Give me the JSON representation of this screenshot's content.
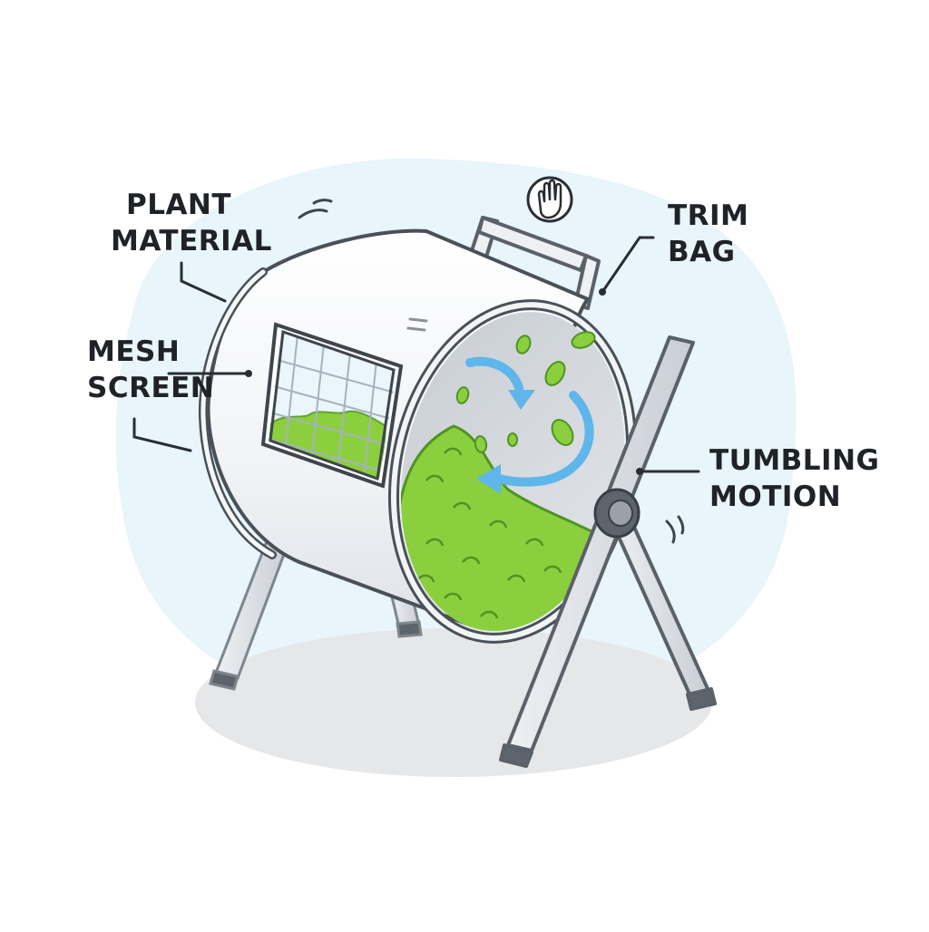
{
  "labels": {
    "plant_material": [
      "PLANT",
      "MATERIAL"
    ],
    "mesh_screen": [
      "MESH",
      "SCREEN"
    ],
    "trim_bag": [
      "TRIM",
      "BAG"
    ],
    "tumbling_motion": [
      "TUMBLING",
      "MOTION"
    ]
  },
  "icons": {
    "hand": "hand-icon",
    "rotation_arrows": "rotation-arrows-icon"
  },
  "colors": {
    "ink": "#1f2226",
    "drum": "#f4f5f7",
    "frame": "#d9dde2",
    "plant": "#8ccf3e",
    "plant_dark": "#5aa52a",
    "arrow": "#5fb6ea",
    "backdrop": "#e8f5fa",
    "shadow": "#e6e7e9"
  }
}
